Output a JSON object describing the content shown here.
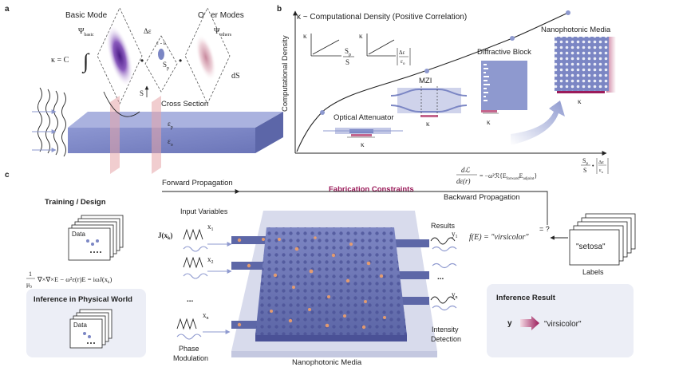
{
  "panel_a": {
    "label": "a",
    "basic_mode": "Basic Mode",
    "other_modes": "Other Modes",
    "psi_basic": "Ψ",
    "psi_basic_sub": "basic",
    "psi_others": "Ψ",
    "psi_others_sub": "others",
    "kappa_eq": "κ = C",
    "delta_eps": "Δε",
    "eps_diff": "ε - ε",
    "sp": "S",
    "sp_sub": "p",
    "ds": "dS",
    "s_label": "S",
    "cross_section": "Cross Section",
    "eps_p": "ε",
    "eps_p_sub": "p",
    "eps_o": "ε",
    "eps_o_sub": "o"
  },
  "panel_b": {
    "label": "b",
    "title": "κ ~ Computational Density (Positive Correlation)",
    "ylabel": "Computational Density",
    "inset1_y": "κ",
    "inset1_x_num": "S",
    "inset1_x_num_sub": "p",
    "inset1_x_den": "S",
    "inset2_y": "κ",
    "inset2_x_num": "Δε",
    "inset2_x_den": "ε",
    "inset2_x_den_sub": "o",
    "xaxis_num": "S",
    "xaxis_num_sub": "p",
    "xaxis_den": "S",
    "xaxis_num2": "Δε",
    "xaxis_den2": "ε",
    "xaxis_den2_sub": "o",
    "optical_attenuator": "Optical Attenuator",
    "mzi": "MZI",
    "diffractive_block": "Diffractive Block",
    "nanophotonic_media": "Nanophotonic Media",
    "kappa": "κ"
  },
  "panel_c": {
    "label": "c",
    "forward": "Forward Propagation",
    "fabrication": "Fabrication Constraints",
    "backward": "Backward Propagation",
    "gradient_num": "dℒ",
    "gradient_den": "dε(r)",
    "gradient_rhs": "= −ω²ℛ{E",
    "gradient_rhs_sub1": "forward",
    "gradient_rhs_mid": "E",
    "gradient_rhs_sub2": "adjoint",
    "gradient_rhs_end": "}",
    "training": "Training / Design",
    "data": "Data",
    "input_variables": "Input Variables",
    "j_of_x": "J(x",
    "j_of_x_sub": "k",
    "j_of_x_end": ")",
    "x1": "x",
    "x1_sub": "1",
    "x2": "x",
    "x2_sub": "2",
    "dots": "...",
    "xn": "x",
    "xn_sub": "n",
    "maxwell_pre": "1",
    "maxwell_mu": "μ",
    "maxwell_mu_sub": "0",
    "maxwell_eq": "∇×∇×E − ω²ε(r)E = iωJ(x",
    "maxwell_eq_sub": "k",
    "maxwell_eq_end": ")",
    "inference_physical": "Inference in Physical World",
    "phase_modulation_1": "Phase",
    "phase_modulation_2": "Modulation",
    "nanophotonic_media": "Nanophotonic Media",
    "results": "Results",
    "y1": "y",
    "y1_sub": "1",
    "yn": "y",
    "yn_sub": "n",
    "intensity_1": "Intensity",
    "intensity_2": "Detection",
    "f_of_e": "f(E) = \"virsicolor\"",
    "eq_q": "= ?",
    "setosa": "\"setosa\"",
    "labels": "Labels",
    "inference_result": "Inference Result",
    "y": "y",
    "virsicolor": "\"virsicolor\""
  },
  "colors": {
    "purple": "#5a2a8c",
    "slab": "#7b86c4",
    "slab_dark": "#5c66a8",
    "magenta": "#9b1b5a",
    "panel_bg": "#eceef6",
    "orange": "#f0a06a"
  }
}
